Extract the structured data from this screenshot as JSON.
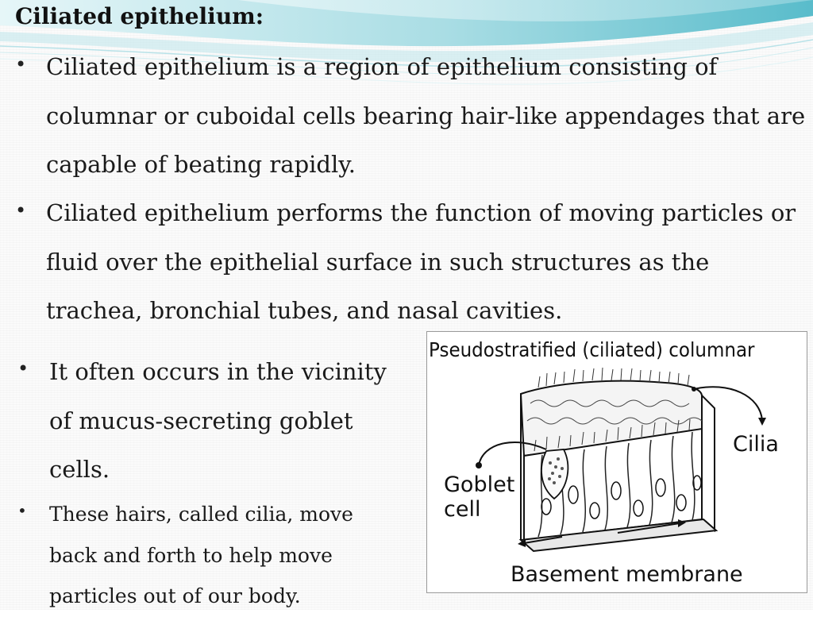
{
  "slide": {
    "title": "Ciliated epithelium:",
    "bullets": [
      {
        "marker": "•",
        "text": "Ciliated epithelium is a region of epithelium consisting of columnar or cuboidal cells bearing hair-like appendages that are capable of beating rapidly."
      },
      {
        "marker": "•",
        "text": "Ciliated epithelium performs the function of moving particles or fluid over the epithelial surface in such structures as the trachea, bronchial tubes, and nasal cavities."
      },
      {
        "marker": "•",
        "text": "It often occurs in the vicinity of mucus-secreting goblet cells."
      },
      {
        "marker": "•",
        "text": "These hairs, called cilia, move back and forth to help move particles out of our body."
      }
    ]
  },
  "figure": {
    "title": "Pseudostratified (ciliated) columnar",
    "labels": {
      "cilia": "Cilia",
      "goblet_line1": "Goblet",
      "goblet_line2": "cell",
      "basement": "Basement membrane"
    }
  },
  "colors": {
    "header_wave_light": "#cfeef2",
    "header_wave_mid": "#8fd3dc",
    "header_wave_dark": "#3fb0c0"
  }
}
